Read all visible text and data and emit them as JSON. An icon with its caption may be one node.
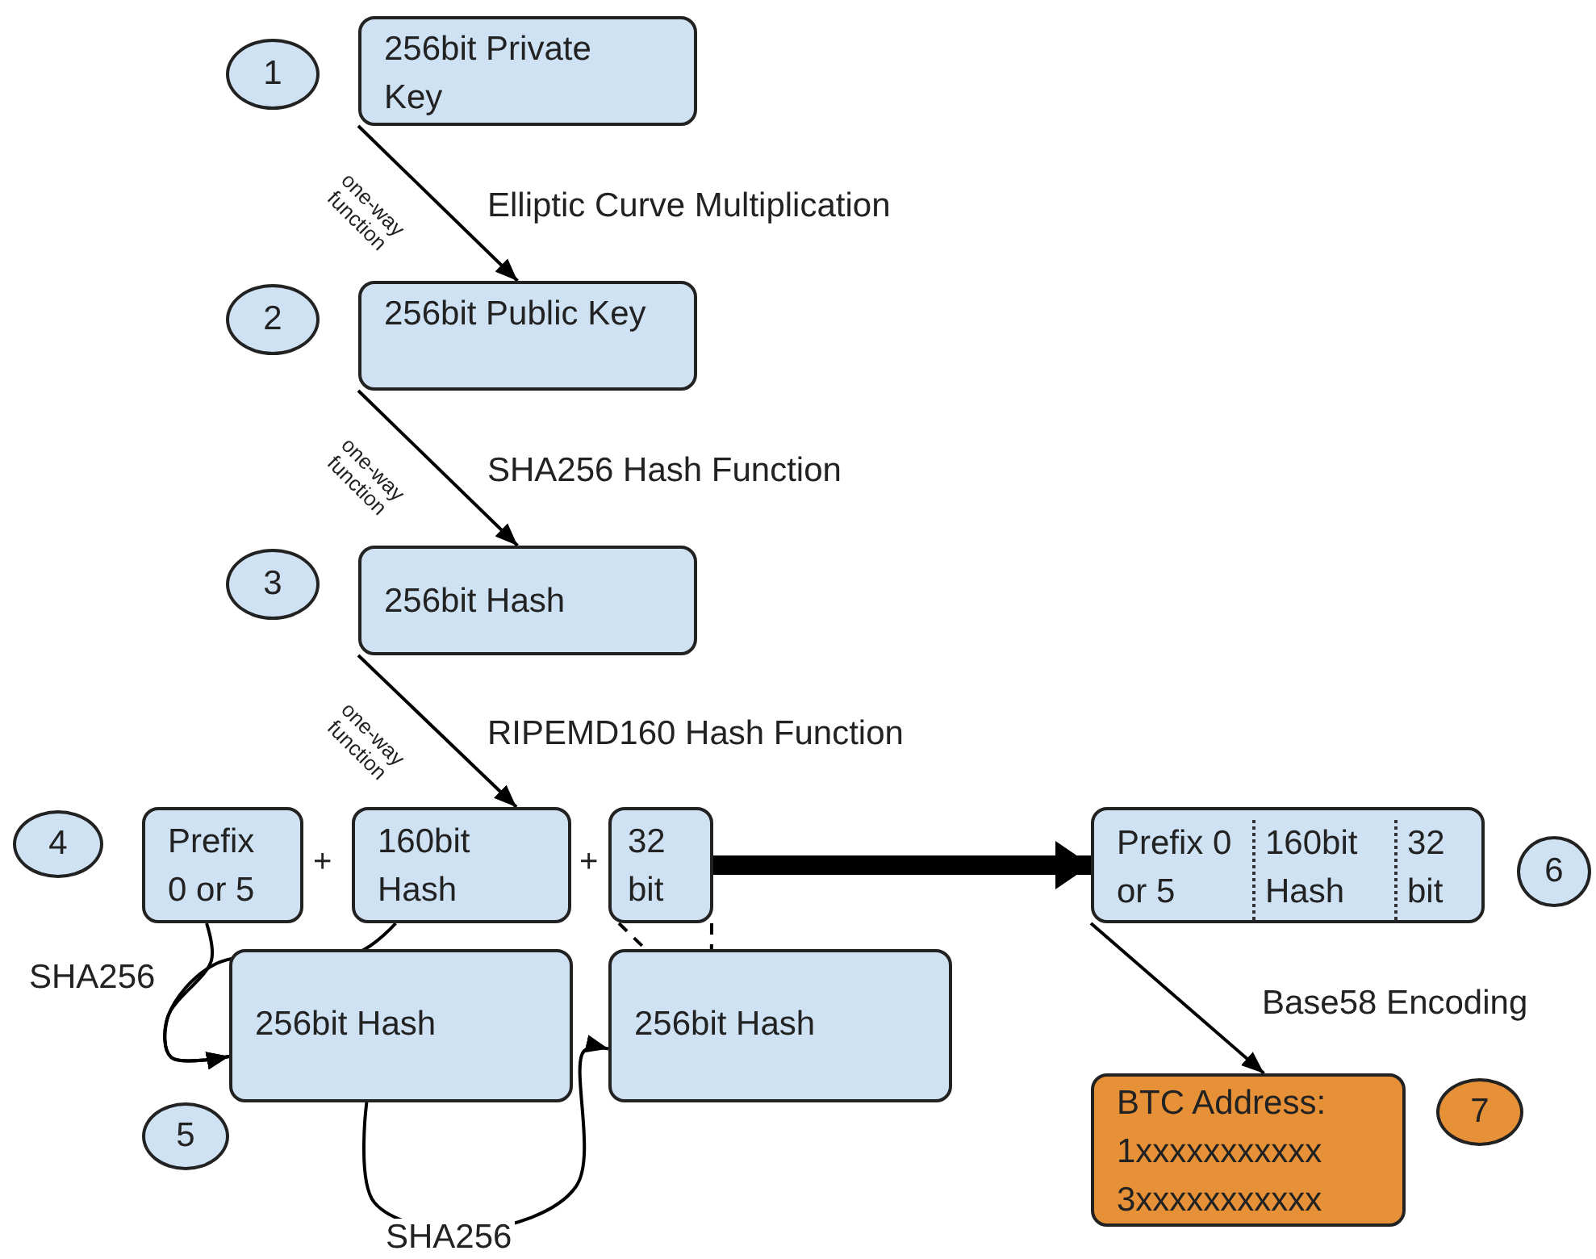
{
  "diagram": {
    "nodes": [
      {
        "text": [
          "1"
        ]
      },
      {
        "text": [
          "256bit Private Key"
        ]
      },
      {
        "text": [
          "2"
        ]
      },
      {
        "text": [
          "256bit Public Key"
        ]
      },
      {
        "text": [
          "3"
        ]
      },
      {
        "text": [
          "256bit Hash"
        ]
      },
      {
        "text": [
          "4"
        ]
      },
      {
        "text": [
          "Prefix 0 or 5"
        ]
      },
      {
        "text": [
          "160bit Hash"
        ]
      },
      {
        "text": [
          "32 bit"
        ]
      },
      {
        "text": [
          "Prefix 0 or 5",
          "160bit Hash",
          "32 bit"
        ]
      },
      {
        "text": [
          "6"
        ]
      },
      {
        "text": [
          "256bit Hash"
        ]
      },
      {
        "text": [
          "256bit Hash"
        ]
      },
      {
        "text": [
          "5"
        ]
      },
      {
        "text": [
          "BTC Address: 1xxxxxxxxxxx 3xxxxxxxxxxx"
        ]
      },
      {
        "text": [
          "7"
        ]
      }
    ],
    "edges": [
      {
        "from": 1,
        "to": 3,
        "arrow": "to",
        "label": "Elliptic Curve Multiplication"
      },
      {
        "from": 3,
        "to": 5,
        "arrow": "to",
        "label": "SHA256 Hash Function"
      },
      {
        "from": 5,
        "to": 8,
        "arrow": "to",
        "label": "RIPEMD160 Hash Function"
      },
      {
        "from": 7,
        "to": 12,
        "arrow": "to",
        "label": "SHA256"
      },
      {
        "from": 8,
        "to": 12,
        "arrow": "to"
      },
      {
        "from": 12,
        "to": 13,
        "arrow": "to",
        "label": "SHA256"
      },
      {
        "from": 9,
        "to": 13,
        "arrow": "none",
        "style": "dashed"
      },
      {
        "from": 9,
        "to": 13,
        "arrow": "none",
        "style": "dashed"
      },
      {
        "from": 9,
        "to": 10,
        "arrow": "to",
        "style": "thick"
      },
      {
        "from": 10,
        "to": 15,
        "arrow": "to",
        "label": "Base58 Encoding"
      }
    ],
    "labels": [
      "one-way function",
      "one-way function",
      "one-way function",
      "+",
      "+"
    ]
  }
}
